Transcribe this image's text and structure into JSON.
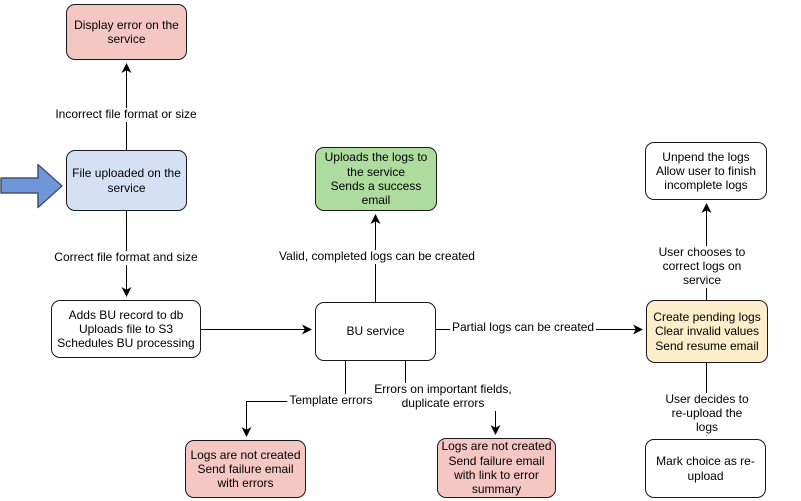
{
  "flowchart": {
    "nodes": {
      "display_error": {
        "text": "Display error on the\nservice",
        "fill": "#f4c7c3"
      },
      "file_uploaded": {
        "text": "File uploaded on the\nservice",
        "fill": "#d4e1f5"
      },
      "adds_bu": {
        "text": "Adds BU record to db\nUploads file to S3\nSchedules BU processing",
        "fill": "#ffffff"
      },
      "bu_service": {
        "text": "BU service",
        "fill": "#ffffff"
      },
      "uploads_logs": {
        "text": "Uploads the logs to\nthe service\nSends a success\nemail",
        "fill": "#aedc9e"
      },
      "unpend": {
        "text": "Unpend the logs\nAllow user to finish\nincomplete logs",
        "fill": "#ffffff"
      },
      "create_pending": {
        "text": "Create pending logs\nClear invalid values\nSend resume email",
        "fill": "#fceecb"
      },
      "fail_errors": {
        "text": "Logs are not created\nSend failure email\nwith errors",
        "fill": "#f4c7c3"
      },
      "fail_summary": {
        "text": "Logs are not created\nSend failure email\nwith link to error\nsummary",
        "fill": "#f4c7c3"
      },
      "mark_reupload": {
        "text": "Mark choice as re-\nupload",
        "fill": "#ffffff"
      }
    },
    "edge_labels": {
      "incorrect_file": "Incorrect file format or size",
      "correct_file": "Correct file format and size",
      "valid_logs": "Valid, completed logs can be created",
      "partial_logs": "Partial logs can be created",
      "template_errors": "Template errors",
      "field_errors": "Errors on important fields,\nduplicate errors",
      "user_corrects": "User chooses to correct logs on service",
      "user_reuploads": "User decides to re-upload the logs"
    },
    "entry_arrow": {
      "fill": "#6e96d8",
      "stroke": "#44546a"
    },
    "line_color": "#000000"
  }
}
